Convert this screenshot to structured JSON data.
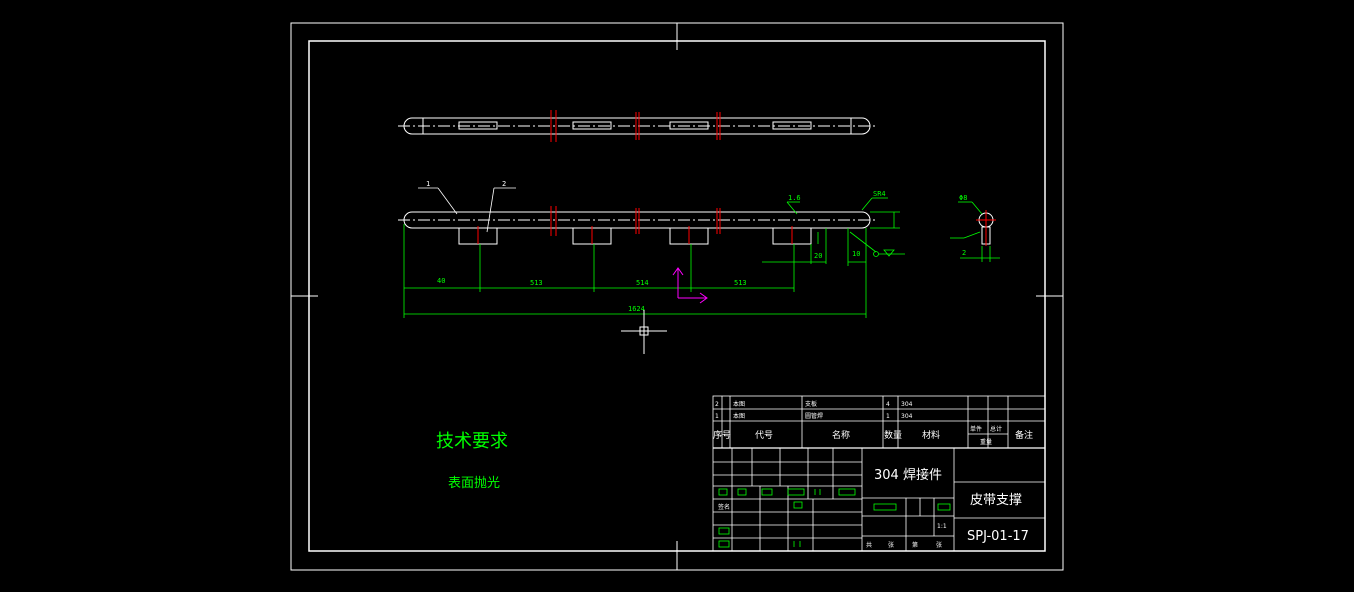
{
  "colors": {
    "background": "#000000",
    "outline": "#ffffff",
    "centerline": "#ffffff",
    "dimension": "#00ff00",
    "cut_mark": "#ff0000",
    "ucs": "#ff00ff",
    "text": "#00ff00"
  },
  "callouts": {
    "part1": "1",
    "part2": "2"
  },
  "dimensions": {
    "d40": "40",
    "d513a": "513",
    "d514": "514",
    "d513b": "513",
    "total": "1624",
    "d20": "20",
    "d10": "10",
    "sr4": "SR4",
    "side_dia": "Φ8",
    "side_2": "2",
    "roughness": "1.6"
  },
  "notes": {
    "title": "技术要求",
    "body": "表面抛光"
  },
  "title_block": {
    "bom_rows": [
      {
        "no": "2",
        "code": "本图",
        "name": "支板",
        "qty": "4",
        "material": "304"
      },
      {
        "no": "1",
        "code": "本图",
        "name": "圆管焊",
        "qty": "1",
        "material": "304"
      }
    ],
    "headers": {
      "seq": "序号",
      "code": "代号",
      "name": "名称",
      "qty": "数量",
      "material": "材料",
      "unit": "单件",
      "total": "总计",
      "weight": "重量",
      "remark": "备注"
    },
    "material_spec": "304 焊接件",
    "part_name": "皮带支撑",
    "drawing_no": "SPJ-01-17",
    "scale": "1:1",
    "sheet_left": "共",
    "sheet_mid": "张",
    "sheet_right": "第",
    "sheet_end": "张",
    "sign_label": "签名"
  }
}
